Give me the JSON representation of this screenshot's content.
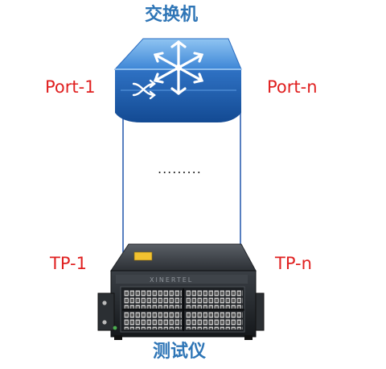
{
  "diagram": {
    "switch_label": "交换机",
    "tester_label": "测试仪",
    "port_first": "Port-1",
    "port_last": "Port-n",
    "tp_first": "TP-1",
    "tp_last": "TP-n",
    "ellipsis": "........."
  },
  "colors": {
    "title": "#2e75b6",
    "port_text": "#e02020",
    "link_line": "#2e5fb0",
    "switch_body": "#1e5aa8"
  },
  "icons": {
    "switch": "network-switch-icon",
    "tester": "traffic-tester-chassis"
  }
}
